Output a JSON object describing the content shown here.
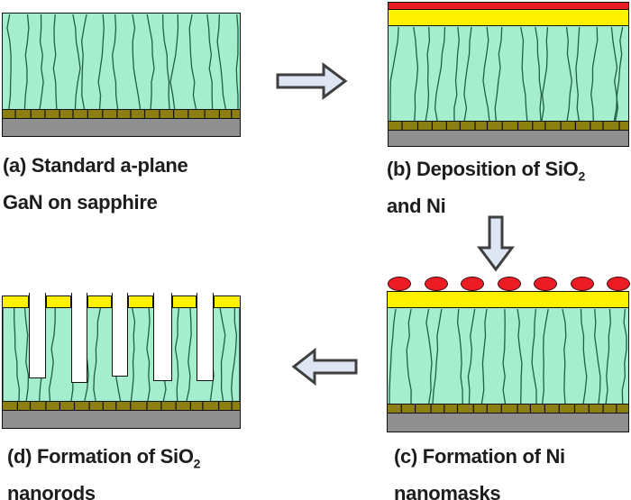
{
  "figure": {
    "colors": {
      "background": "#ffffff",
      "gan_green": "#a5eecd",
      "column_line": "#1f5f46",
      "buffer_olive": "#8b7f12",
      "substrate_gray": "#8f8f8f",
      "sio2_yellow": "#fff100",
      "ni_red": "#ec1c24",
      "outline_black": "#111111",
      "arrow_fill": "#dde6f2",
      "arrow_stroke": "#3f3f3f",
      "text": "#1d1d1d"
    },
    "panels": {
      "a": {
        "line1": "(a) Standard a-plane",
        "sub": "",
        "line2": "GaN on sapphire"
      },
      "b": {
        "line1": "(b) Deposition of SiO",
        "sub": "2",
        "line2": "and Ni"
      },
      "c": {
        "line1": "(c) Formation of Ni",
        "sub": "",
        "line2": "nanomasks"
      },
      "d": {
        "line1": "(d) Formation of SiO",
        "sub": "2",
        "line2": "nanorods"
      }
    },
    "icons": {
      "arrow_right": "block-arrow-right",
      "arrow_down": "block-arrow-down",
      "arrow_left": "block-arrow-left"
    },
    "diagram": {
      "ni_nanomask_count": 7,
      "nanorod_count": 6
    }
  }
}
